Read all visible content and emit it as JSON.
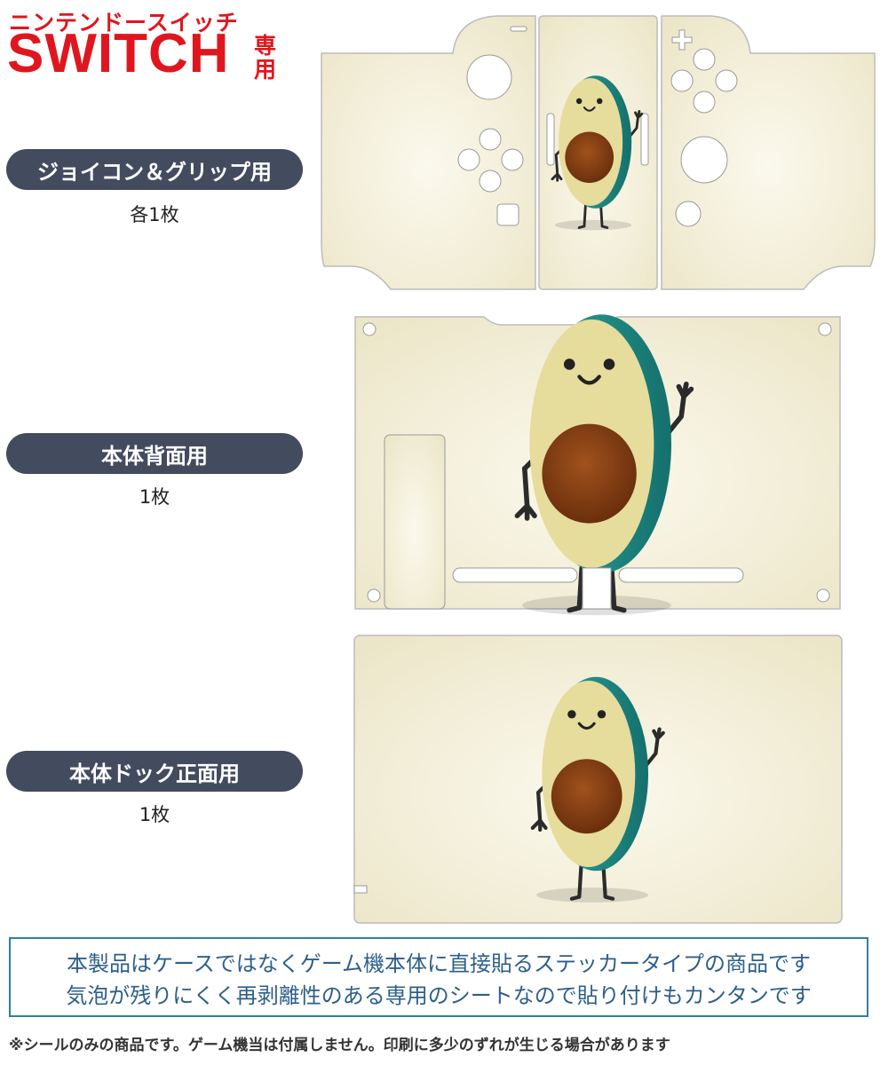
{
  "brand": {
    "katakana": "ニンテンドースイッチ",
    "name": "SWITCH",
    "suffix": "専用"
  },
  "sections": [
    {
      "label": "ジョイコン＆グリップ用",
      "qty": "各1枚"
    },
    {
      "label": "本体背面用",
      "qty": "1枚"
    },
    {
      "label": "本体ドック正面用",
      "qty": "1枚"
    }
  ],
  "notice": {
    "line1": "本製品はケースではなくゲーム機本体に直接貼るステッカータイプの商品です",
    "line2": "気泡が残りにくく再剥離性のある専用のシートなので貼り付けもカンタンです"
  },
  "footnote": "※シールのみの商品です。ゲーム機当は付属しません。印刷に多少のずれが生じる場合があります",
  "colors": {
    "brand_red": "#e0161e",
    "pill_bg": "#434b5f",
    "notice_border": "#2f7fa3",
    "notice_text": "#2c5f8a",
    "paper": "#f3efd9",
    "avocado_skin": "#1f8f8a",
    "avocado_flesh": "#e8e0a0",
    "avocado_pit": "#7a3a12"
  }
}
